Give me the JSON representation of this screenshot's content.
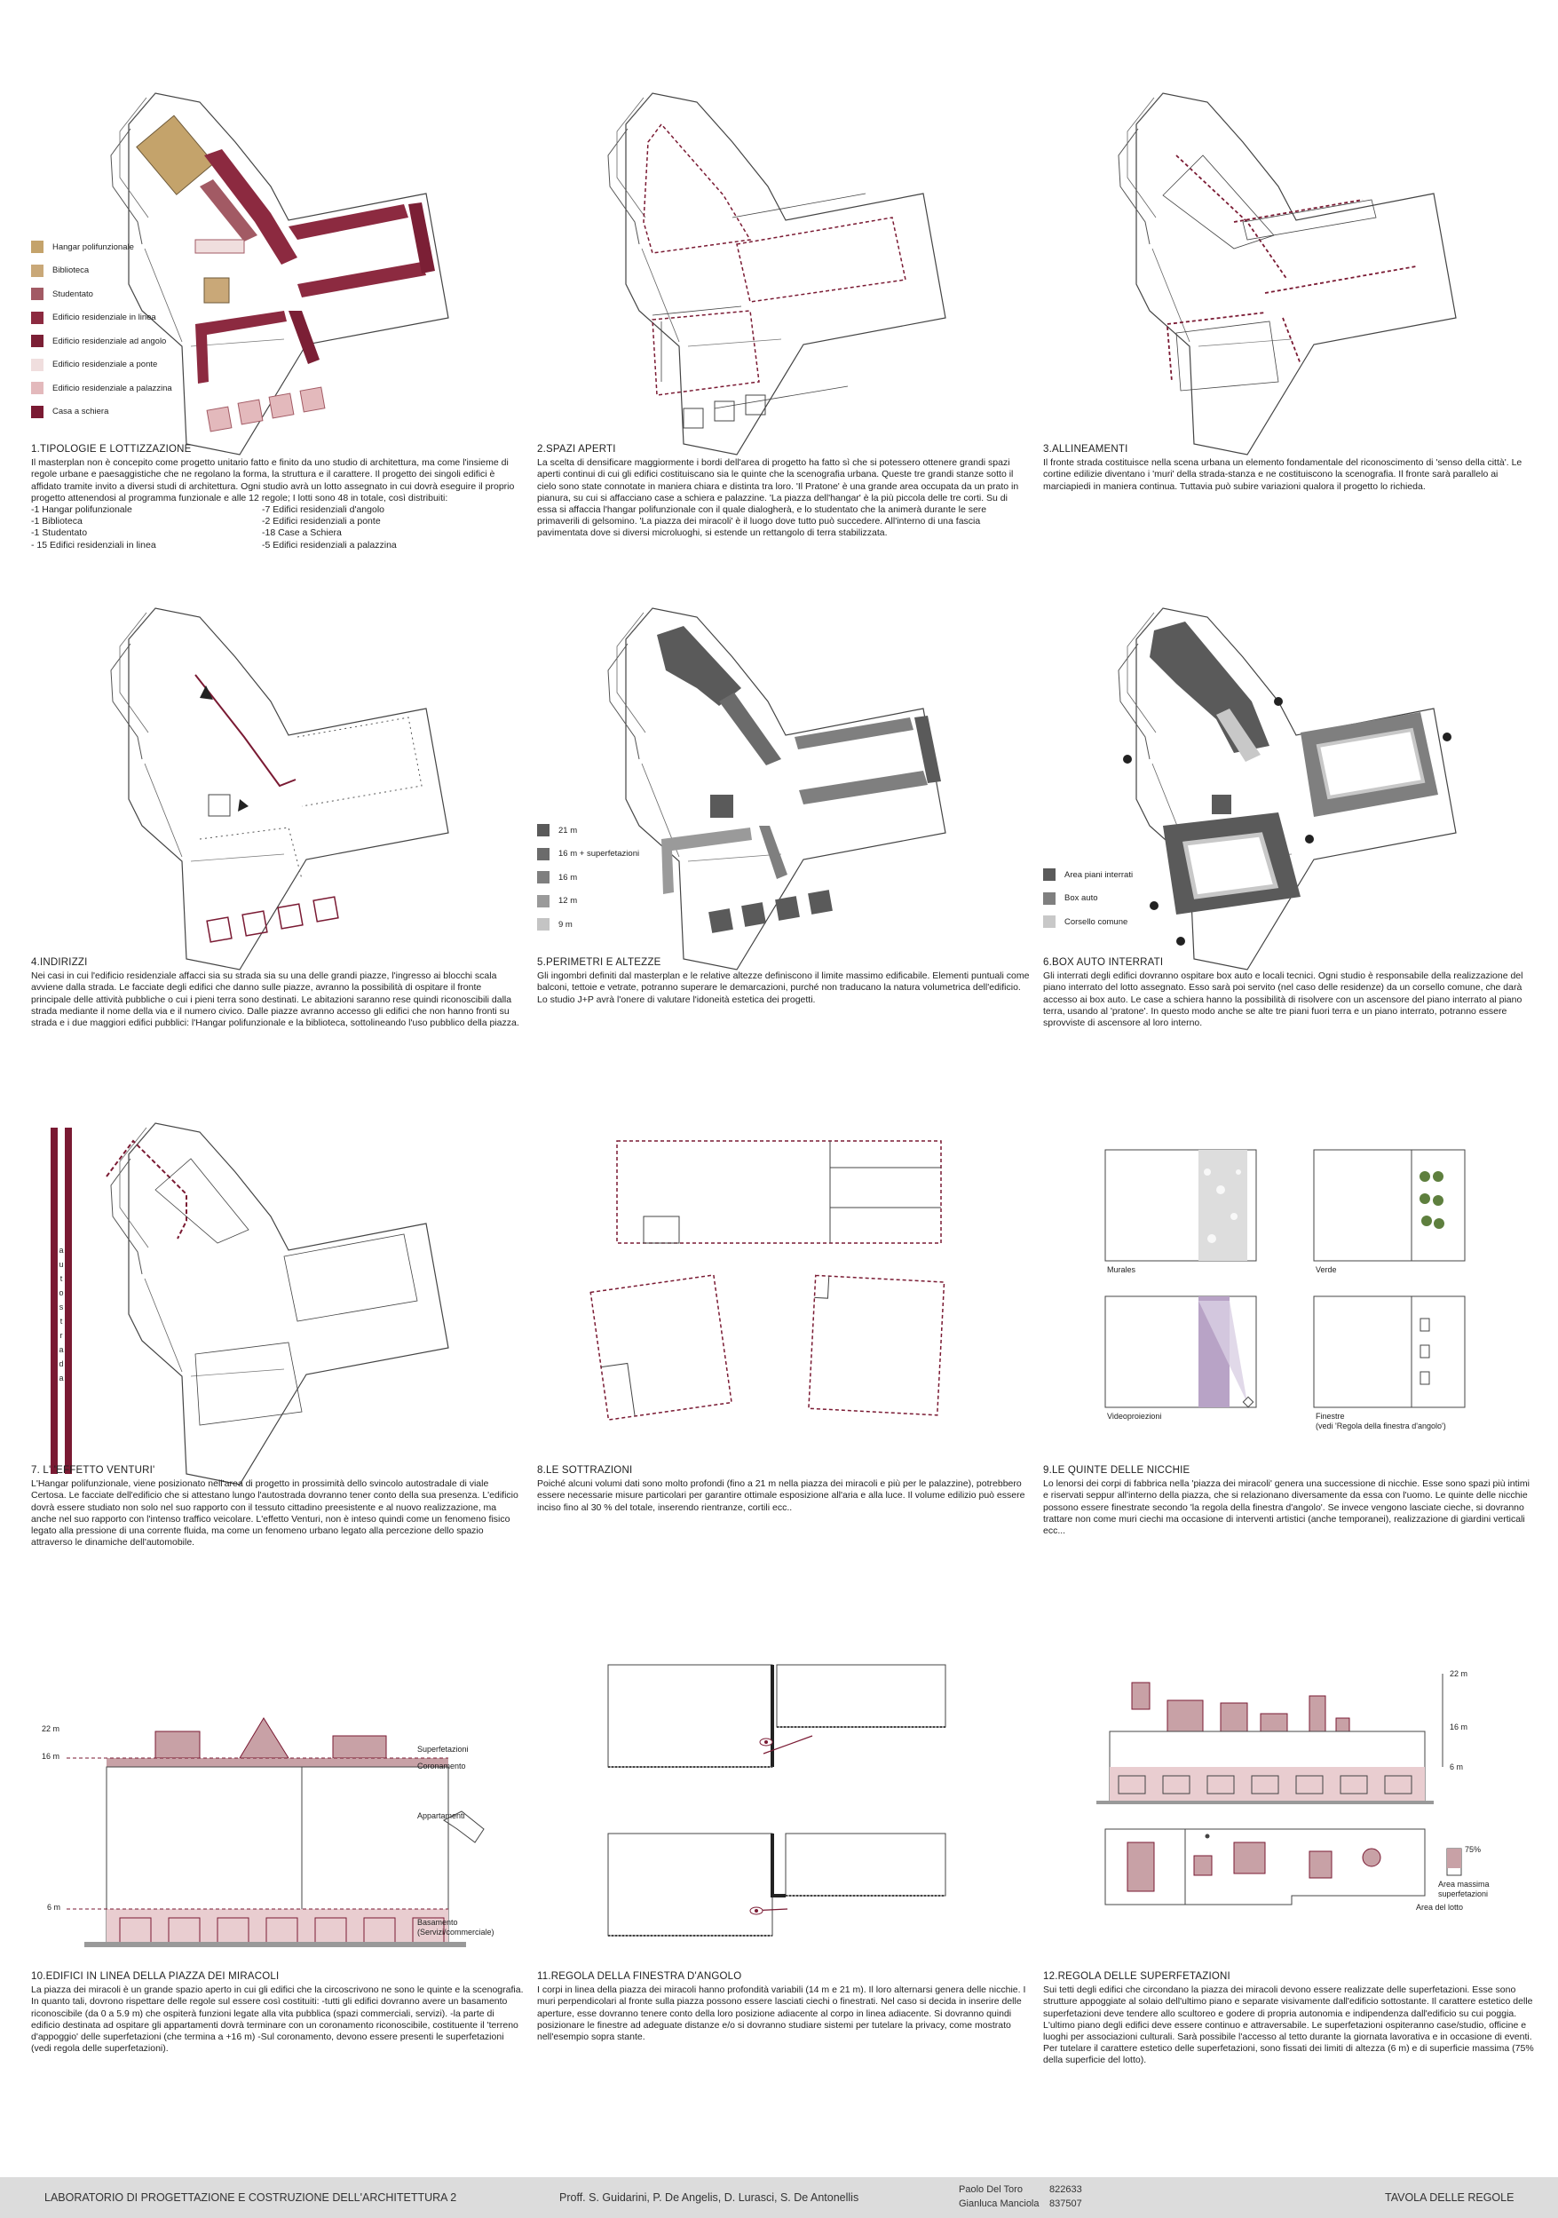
{
  "colors": {
    "hangar": "#c4a36b",
    "biblioteca": "#c9a878",
    "studentato": "#a25a64",
    "linea": "#8c2a40",
    "angolo": "#7b1f35",
    "ponte": "#f0dede",
    "palazzina": "#e3b9bc",
    "schiera": "#7a1a33",
    "dash": "#7a1a33",
    "gray_dark": "#5a5a5a",
    "gray_mid": "#7f7f7f",
    "gray_light": "#c8c8c8",
    "roof": "#c8a1a6",
    "band": "#e9cdd0",
    "video": "#b8a3c6"
  },
  "panel1": {
    "legend": [
      {
        "label": "Hangar polifunzionale",
        "color": "#c4a36b"
      },
      {
        "label": "Biblioteca",
        "color": "#c9a878"
      },
      {
        "label": "Studentato",
        "color": "#a25a64"
      },
      {
        "label": "Edificio residenziale in linea",
        "color": "#8c2a40"
      },
      {
        "label": "Edificio residenziale ad angolo",
        "color": "#7b1f35"
      },
      {
        "label": "Edificio residenziale a ponte",
        "color": "#f0dede"
      },
      {
        "label": "Edificio residenziale a palazzina",
        "color": "#e3b9bc"
      },
      {
        "label": "Casa a schiera",
        "color": "#7a1a33"
      }
    ],
    "title": "1.TIPOLOGIE E LOTTIZZAZIONE",
    "text": "Il masterplan non è concepito come progetto unitario fatto e finito da uno studio di architettura, ma come l'insieme di regole urbane e paesaggistiche che ne regolano la forma, la struttura e il carattere. Il progetto dei singoli edifici è affidato tramite invito a diversi studi di architettura. Ogni studio avrà un lotto assegnato in cui dovrà eseguire il proprio progetto attenendosi al programma funzionale e alle 12 regole; I lotti sono 48 in totale, così distribuiti:",
    "list_left": [
      "-1 Hangar polifunzionale",
      "-1 Biblioteca",
      "-1 Studentato",
      "- 15 Edifici residenziali in linea"
    ],
    "list_right": [
      "-7 Edifici residenziali d'angolo",
      "-2 Edifici residenziali a ponte",
      "-18 Case a Schiera",
      "-5 Edifici residenziali a palazzina"
    ]
  },
  "panel2": {
    "title": "2.SPAZI APERTI",
    "text": "La scelta di densificare maggiormente i bordi dell'area di progetto ha fatto sì che si potessero ottenere grandi spazi aperti continui di cui gli edifici costituiscano sia le quinte che la scenografia urbana. Queste tre grandi stanze sotto il cielo sono state connotate in maniera chiara e distinta tra loro. 'Il Pratone' è una grande area occupata da un prato in pianura, su cui si affacciano case a schiera e palazzine. 'La piazza dell'hangar' è la più piccola delle tre corti. Su di essa si affaccia l'hangar polifunzionale con il quale dialogherà, e lo studentato che la animerà durante le sere primaverili di gelsomino. 'La piazza dei miracoli' è il luogo dove tutto può succedere. All'interno di una fascia pavimentata dove si diversi microluoghi, si estende un rettangolo di terra stabilizzata."
  },
  "panel3": {
    "title": "3.ALLINEAMENTI",
    "text": "Il fronte strada costituisce nella scena urbana un elemento fondamentale del riconoscimento di 'senso della città'. Le cortine edilizie diventano i 'muri' della strada-stanza e ne costituiscono la scenografia. Il fronte sarà parallelo ai marciapiedi in maniera continua. Tuttavia può subire variazioni qualora il progetto lo richieda."
  },
  "panel4": {
    "title": "4.INDIRIZZI",
    "text": "Nei casi in cui l'edificio residenziale affacci sia su strada sia su una delle grandi piazze, l'ingresso ai blocchi scala avviene dalla strada. Le facciate degli edifici che danno sulle piazze, avranno la possibilità di ospitare il fronte principale delle attività pubbliche o cui i pieni terra sono destinati. Le abitazioni saranno rese quindi riconoscibili dalla strada mediante il nome della via e il numero civico. Dalle piazze avranno accesso gli edifici che non hanno fronti su strada e i due maggiori edifici pubblici: l'Hangar polifunzionale e la biblioteca, sottolineando l'uso pubblico della piazza."
  },
  "panel5": {
    "legend": [
      {
        "label": "21 m",
        "color": "#5a5a5a"
      },
      {
        "label": "16 m + superfetazioni",
        "color": "#6b6b6b"
      },
      {
        "label": "16 m",
        "color": "#7f7f7f"
      },
      {
        "label": "12 m",
        "color": "#9a9a9a"
      },
      {
        "label": "9 m",
        "color": "#c4c4c4"
      }
    ],
    "title": "5.PERIMETRI E ALTEZZE",
    "text": "Gli ingombri definiti dal masterplan e le relative altezze definiscono il limite massimo edificabile. Elementi puntuali come balconi, tettoie e vetrate, potranno superare le demarcazioni, purché non traducano la natura volumetrica dell'edificio. Lo studio J+P avrà l'onere di valutare l'idoneità estetica dei progetti."
  },
  "panel6": {
    "legend": [
      {
        "label": "Area piani interrati",
        "color": "#5a5a5a"
      },
      {
        "label": "Box auto",
        "color": "#7f7f7f"
      },
      {
        "label": "Corsello comune",
        "color": "#c8c8c8"
      }
    ],
    "title": "6.BOX AUTO INTERRATI",
    "text": "Gli interrati degli edifici dovranno ospitare box auto e locali tecnici. Ogni studio è responsabile della realizzazione del piano interrato del lotto assegnato. Esso sarà poi servito (nel caso delle residenze) da un corsello comune, che darà accesso ai box auto. Le case a schiera hanno la possibilità di risolvere con un ascensore del piano interrato al piano terra, usando al 'pratone'. In questo modo anche se alte tre piani fuori terra e un piano interrato, potranno essere sprovviste di ascensore al loro interno."
  },
  "panel7": {
    "road_letters": [
      "a",
      "u",
      "t",
      "o",
      "s",
      "t",
      "r",
      "a",
      "d",
      "a"
    ],
    "title": "7. L' 'EFFETTO VENTURI'",
    "text": "L'Hangar polifunzionale, viene posizionato nell'area di progetto in prossimità dello svincolo autostradale di viale Certosa. Le facciate dell'edificio che si attestano lungo l'autostrada dovranno tener conto della sua presenza. L'edificio dovrà essere studiato non solo nel suo rapporto con il tessuto cittadino preesistente e al nuovo realizzazione, ma anche nel suo rapporto con l'intenso traffico veicolare. L'effetto Venturi, non è inteso quindi come un fenomeno fisico legato alla pressione di una corrente fluida, ma come un fenomeno urbano legato alla percezione dello spazio attraverso le dinamiche dell'automobile."
  },
  "panel8": {
    "title": "8.LE SOTTRAZIONI",
    "text": "Poiché alcuni volumi dati sono molto profondi (fino a 21 m nella piazza dei miracoli e più per le palazzine), potrebbero essere necessarie misure particolari per garantire ottimale esposizione all'aria e alla luce. Il volume edilizio può essere inciso fino al 30 % del totale, inserendo rientranze, cortili ecc.."
  },
  "panel9": {
    "labels": [
      "Murales",
      "Verde",
      "Videoproiezioni",
      "Finestre",
      "(vedi 'Regola della finestra d'angolo')"
    ],
    "title": "9.LE QUINTE DELLE NICCHIE",
    "text": "Lo lenorsi dei corpi di fabbrica nella 'piazza dei miracoli' genera una successione di nicchie. Esse sono spazi più intimi e riservati seppur all'interno della piazza, che si relazionano diversamente da essa con l'uomo. Le quinte delle nicchie possono essere finestrate secondo 'la regola della finestra d'angolo'. Se invece vengono lasciate cieche, si dovranno trattare non come muri ciechi ma occasione di interventi artistici (anche temporanei), realizzazione di giardini verticali ecc..."
  },
  "panel10": {
    "labels": {
      "h22": "22 m",
      "h16": "16 m",
      "h6": "6 m",
      "sup": "Superfetazioni",
      "cor": "Coronamento",
      "app": "Appartamenti",
      "bas": "Basamento",
      "bas2": "(Servizi/commerciale)"
    },
    "title": "10.EDIFICI IN LINEA DELLA PIAZZA DEI MIRACOLI",
    "text": "La piazza dei miracoli è un grande spazio aperto in cui gli edifici che la circoscrivono ne sono le quinte e la scenografia. In quanto tali, dovrono rispettare delle regole sul essere così costituiti: -tutti gli edifici dovranno avere un basamento riconoscibile (da 0 a 5.9 m) che ospiterà funzioni legate alla vita pubblica (spazi commerciali, servizi). -la parte di edificio destinata ad ospitare gli appartamenti dovrà terminare con un coronamento riconoscibile, costituente il 'terreno d'appoggio' delle superfetazioni (che termina a +16 m) -Sul coronamento, devono essere presenti le superfetazioni (vedi regola delle superfetazioni)."
  },
  "panel11": {
    "title": "11.REGOLA DELLA FINESTRA D'ANGOLO",
    "text": "I corpi in linea della piazza dei miracoli hanno profondità variabili (14 m e 21 m). Il loro alternarsi genera delle nicchie. I muri perpendicolari al fronte sulla piazza possono essere lasciati ciechi o finestrati. Nel caso si decida in inserire delle aperture, esse dovranno tenere conto della loro posizione adiacente al corpo in linea adiacente. Si dovranno quindi posizionare le finestre ad adeguate distanze e/o si dovranno studiare sistemi per tutelare la privacy, come mostrato nell'esempio sopra stante."
  },
  "panel12": {
    "labels": {
      "h22": "22 m",
      "h16": "16 m",
      "h6": "6 m",
      "pct": "75%",
      "max1": "Area massima",
      "max2": "superfetazioni",
      "lotto": "Area del lotto"
    },
    "title": "12.REGOLA DELLE SUPERFETAZIONI",
    "text": "Sui tetti degli edifici che circondano la piazza dei miracoli devono essere realizzate delle superfetazioni. Esse sono strutture appoggiate al solaio dell'ultimo piano e separate visivamente dall'edificio sottostante. Il carattere estetico delle superfetazioni deve tendere allo scultoreo e godere di propria autonomia e indipendenza dall'edificio su cui poggia. L'ultimo piano degli edifici deve essere continuo e attraversabile. Le superfetazioni ospiteranno case/studio, officine e luoghi per associazioni culturali. Sarà possibile l'accesso al tetto durante la giornata lavorativa e in occasione di eventi. Per tutelare il carattere estetico delle superfetazioni, sono fissati dei limiti di altezza (6 m) e di superficie massima (75% della superficie del lotto)."
  },
  "footer": {
    "course": "LABORATORIO DI PROGETTAZIONE E COSTRUZIONE DELL'ARCHITETTURA 2",
    "profs": "Proff. S. Guidarini, P. De Angelis, D. Lurasci, S. De Antonellis",
    "student1": "Paolo Del Toro",
    "id1": "822633",
    "student2": "Gianluca Manciola",
    "id2": "837507",
    "sheet": "TAVOLA DELLE REGOLE"
  }
}
